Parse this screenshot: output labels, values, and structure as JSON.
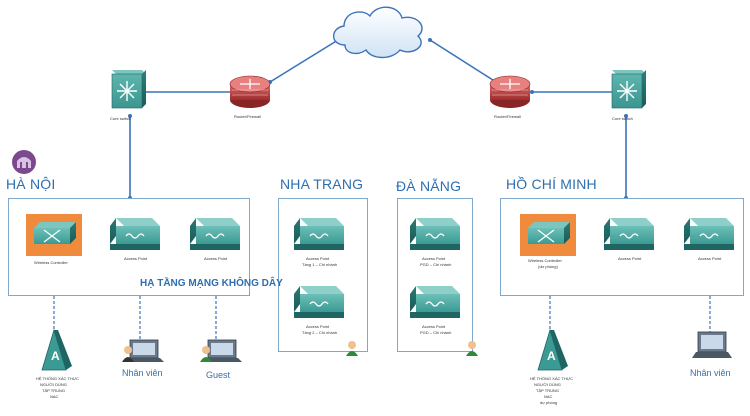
{
  "cloud": {
    "name": "cloud-icon"
  },
  "core": {
    "left": {
      "switch_label": "Core switch",
      "router_label": "Router/Firewall"
    },
    "right": {
      "switch_label": "Core switch",
      "router_label": "Router/Firewall"
    }
  },
  "sites": {
    "hanoi": {
      "name": "HÀ NỘI",
      "wireless_infra": "HẠ TẦNG MẠNG KHÔNG DÂY",
      "controller_label": "Wireless Controller",
      "ap1_label": "Access Point",
      "ap2_label": "Access Point",
      "auth_label_1": "HỆ THỐNG XÁC THỰC",
      "auth_label_2": "NGƯỜI DÙNG",
      "auth_label_3": "TẬP TRUNG",
      "auth_label_4": "NAC",
      "staff_label": "Nhân viên",
      "guest_label": "Guest"
    },
    "nhatrang": {
      "name": "NHA TRANG",
      "ap1_label_1": "Access Point",
      "ap1_label_2": "Tầng 1 – Chi nhánh",
      "ap2_label_1": "Access Point",
      "ap2_label_2": "Tầng 2 – Chi nhánh"
    },
    "danang": {
      "name": "ĐÀ NẴNG",
      "ap1_label_1": "Access Point",
      "ap1_label_2": "PGD – Chi nhánh",
      "ap2_label_1": "Access Point",
      "ap2_label_2": "PGD – Chi nhánh"
    },
    "hcm": {
      "name": "HỒ CHÍ MINH",
      "controller_label_1": "Wireless Controller",
      "controller_label_2": "(dự phòng)",
      "ap1_label": "Access Point",
      "ap2_label": "Access Point",
      "auth_label_1": "HỆ THỐNG XÁC THỰC",
      "auth_label_2": "NGƯỜI DÙNG",
      "auth_label_3": "TẬP TRUNG",
      "auth_label_4": "NAC",
      "auth_label_5": "dự phòng",
      "staff_label": "Nhân viên"
    }
  },
  "colors": {
    "device_teal": "#2e8a86",
    "device_teal_dark": "#1f6563",
    "router_red": "#b83a3a",
    "controller_orange": "#f08a3c",
    "link_blue": "#3b73b9",
    "zone_border": "#7fa8cf",
    "label_blue": "#2d6fb0"
  }
}
